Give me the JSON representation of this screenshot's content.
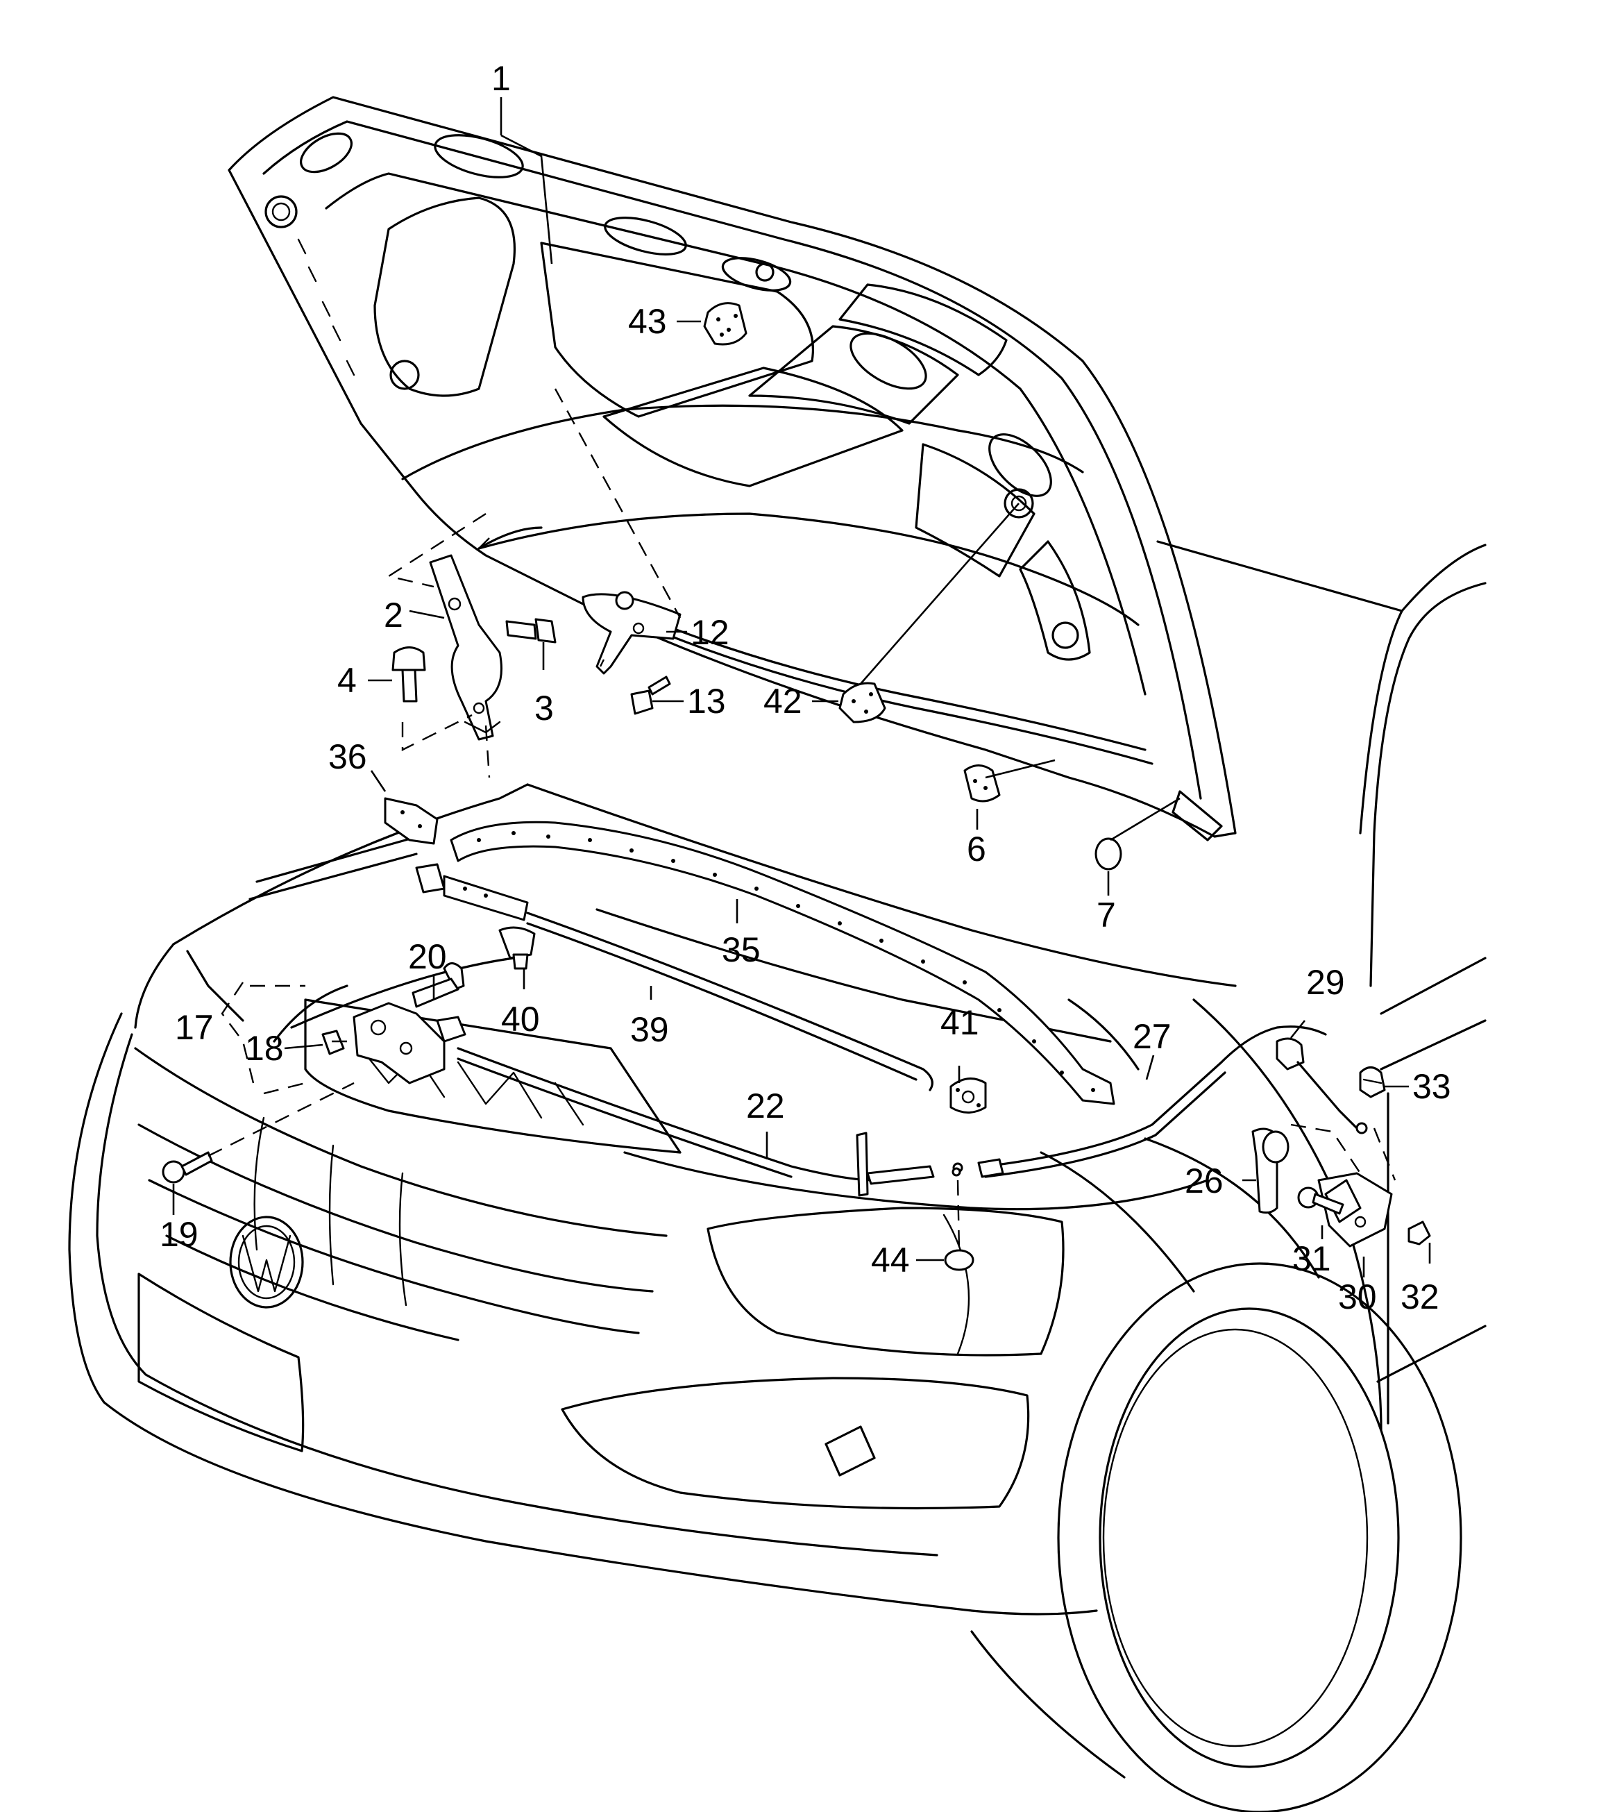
{
  "callouts": [
    {
      "id": "1",
      "label": "1"
    },
    {
      "id": "2",
      "label": "2"
    },
    {
      "id": "3",
      "label": "3"
    },
    {
      "id": "4",
      "label": "4"
    },
    {
      "id": "6",
      "label": "6"
    },
    {
      "id": "7",
      "label": "7"
    },
    {
      "id": "12",
      "label": "12"
    },
    {
      "id": "13",
      "label": "13"
    },
    {
      "id": "17",
      "label": "17"
    },
    {
      "id": "18",
      "label": "18"
    },
    {
      "id": "19",
      "label": "19"
    },
    {
      "id": "20",
      "label": "20"
    },
    {
      "id": "22",
      "label": "22"
    },
    {
      "id": "26",
      "label": "26"
    },
    {
      "id": "27",
      "label": "27"
    },
    {
      "id": "29",
      "label": "29"
    },
    {
      "id": "30",
      "label": "30"
    },
    {
      "id": "31",
      "label": "31"
    },
    {
      "id": "32",
      "label": "32"
    },
    {
      "id": "33",
      "label": "33"
    },
    {
      "id": "35",
      "label": "35"
    },
    {
      "id": "36",
      "label": "36"
    },
    {
      "id": "39",
      "label": "39"
    },
    {
      "id": "40",
      "label": "40"
    },
    {
      "id": "41",
      "label": "41"
    },
    {
      "id": "42",
      "label": "42"
    },
    {
      "id": "43",
      "label": "43"
    },
    {
      "id": "44",
      "label": "44"
    }
  ]
}
